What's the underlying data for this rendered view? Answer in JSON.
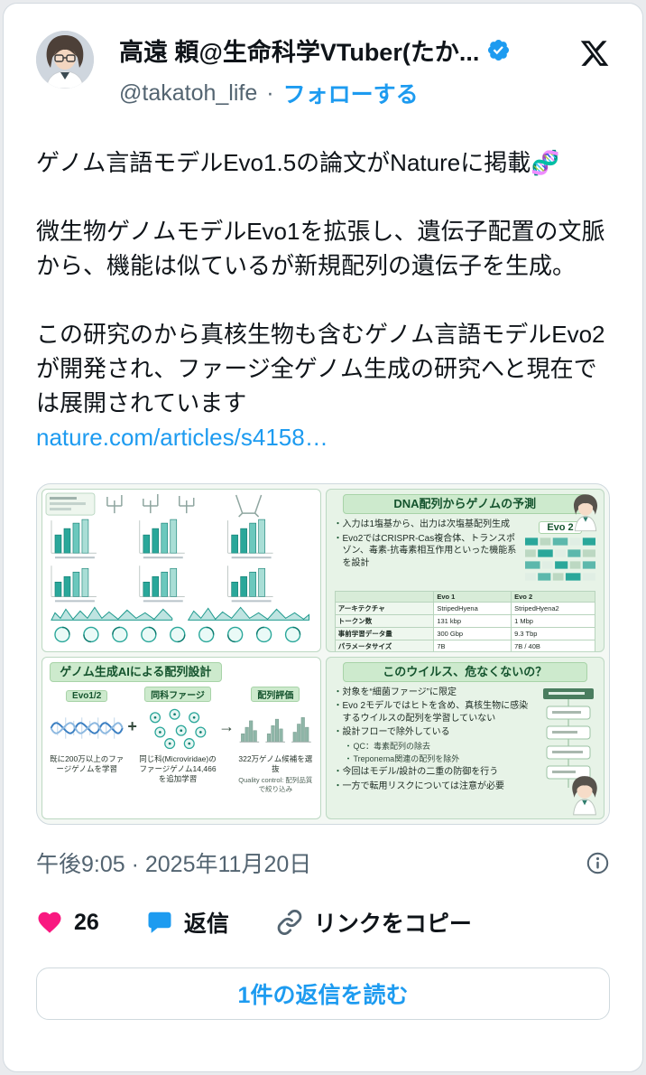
{
  "header": {
    "display_name": "高遠 頼@生命科学VTuber(たか...",
    "handle": "@takatoh_life",
    "separator": "·",
    "follow_label": "フォローする"
  },
  "tweet": {
    "paragraphs": [
      "ゲノム言語モデルEvo1.5の論文がNatureに掲載🧬",
      "微生物ゲノムモデルEvo1を拡張し、遺伝子配置の文脈から、機能は似ているが新規配列の遺伝子を生成。",
      "この研究のから真核生物も含むゲノム言語モデルEvo2が開発され、ファージ全ゲノム生成の研究へと現在では展開されています"
    ],
    "link_text": "nature.com/articles/s4158…"
  },
  "infographic": {
    "top_right": {
      "title": "DNA配列からゲノムの予測",
      "bullets": [
        "入力は1塩基から、出力は次塩基配列生成",
        "Evo2ではCRISPR-Cas複合体、トランスポゾン、毒素-抗毒素相互作用といった機能系を設計"
      ],
      "model_label": "Evo 2",
      "table": {
        "col_headers": [
          "",
          "Evo 1",
          "Evo 2"
        ],
        "rows": [
          [
            "アーキテクチャ",
            "StripedHyena",
            "StripedHyena2"
          ],
          [
            "トークン数",
            "131 kbp",
            "1 Mbp"
          ],
          [
            "事前学習データ量",
            "300 Gbp",
            "9.3 Tbp"
          ],
          [
            "パラメータサイズ",
            "7B",
            "7B / 40B"
          ]
        ]
      }
    },
    "bottom_left": {
      "title": "ゲノム生成AIによる配列設計",
      "col1_label": "Evo1/2",
      "col2_label": "同科ファージ",
      "col3_label": "配列評価",
      "plus": "+",
      "arrow": "→",
      "col1_caption": "既に200万以上のファージゲノムを学習",
      "col2_caption": "同じ科(Microviridae)のファージゲノム14,466を追加学習",
      "col3_caption": "322万ゲノム候補を選抜",
      "col3_caption2": "Quality control: 配列品質で絞り込み"
    },
    "bottom_right": {
      "title": "このウイルス、危なくないの？",
      "bullets": [
        "対象を“細菌ファージ”に限定",
        "Evo 2モデルではヒトを含め、真核生物に感染するウイルスの配列を学習していない",
        "設計フローで除外している",
        "QC：毒素配列の除去",
        "Treponema関連の配列を除外",
        "今回はモデル/設計の二重の防御を行う",
        "一方で転用リスクについては注意が必要"
      ]
    }
  },
  "footer": {
    "timestamp": "午後9:05 · 2025年11月20日"
  },
  "actions": {
    "like_count": "26",
    "reply_label": "返信",
    "copy_link_label": "リンクをコピー"
  },
  "reply_button": {
    "label": "1件の返信を読む"
  },
  "colors": {
    "accent_blue": "#1d9bf0",
    "like_pink": "#f91880",
    "text_primary": "#0f1419",
    "text_secondary": "#536471",
    "border": "#cfd9de",
    "infographic_green_dark": "#14532d",
    "infographic_green_bg": "#e7f3e7",
    "teal": "#2aa79a"
  }
}
